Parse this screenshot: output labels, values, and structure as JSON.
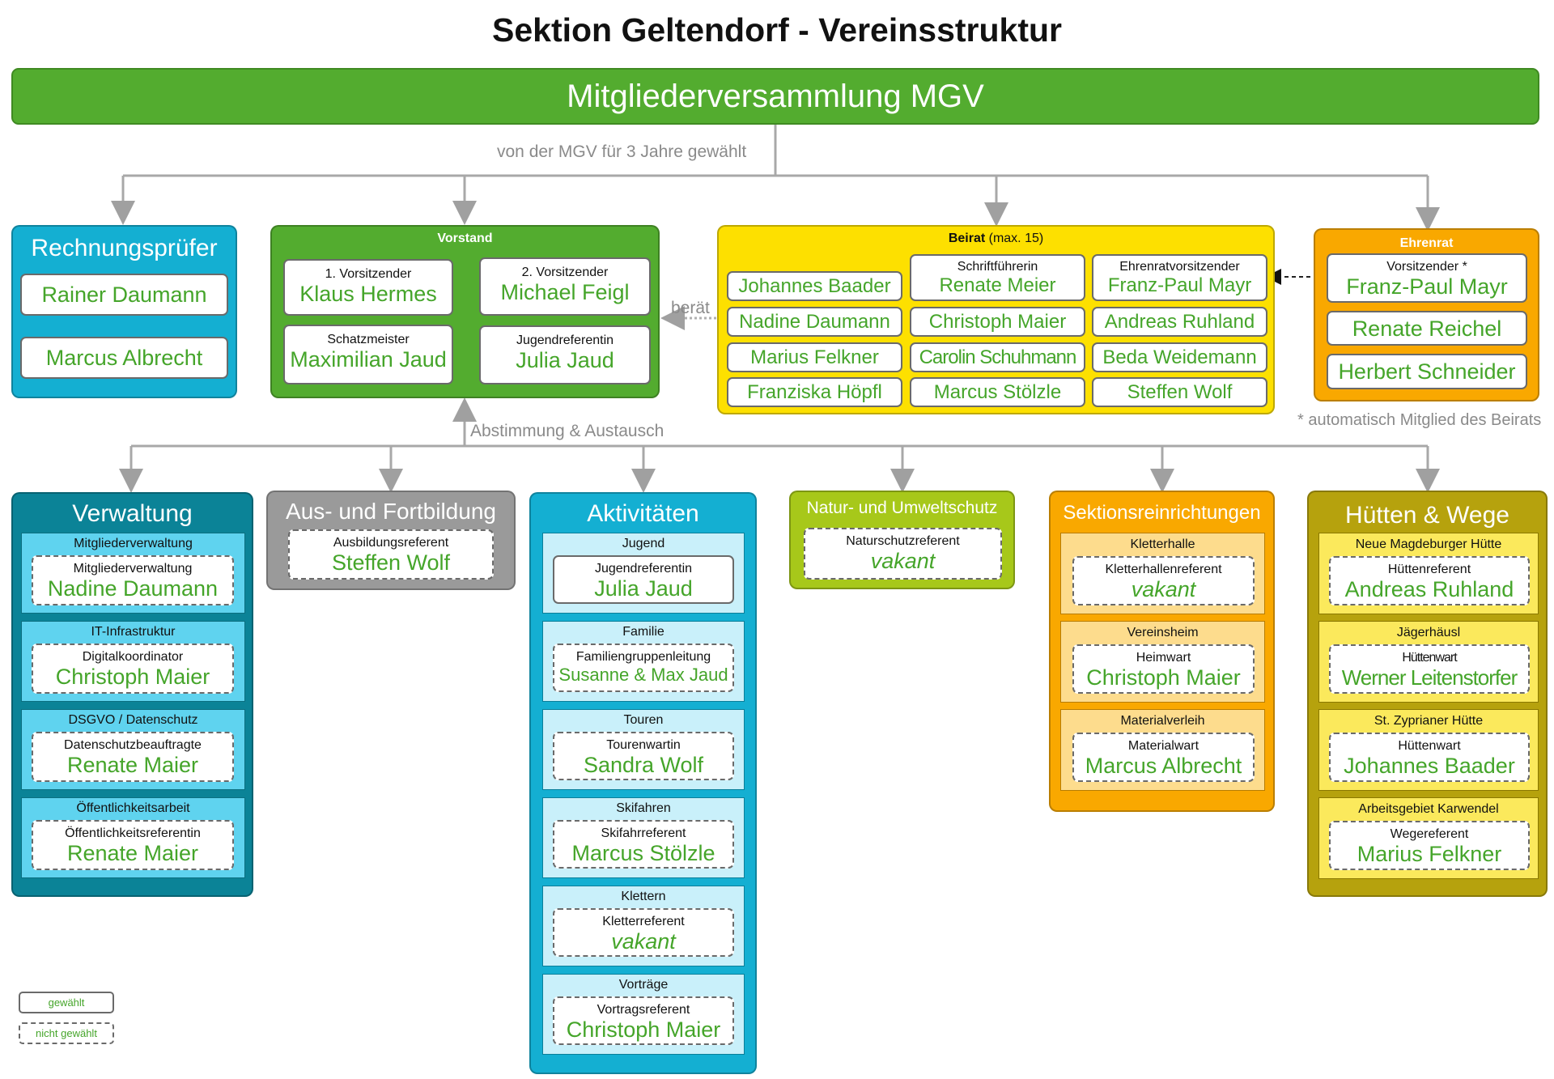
{
  "title": "Sektion Geltendorf  - Vereinsstruktur",
  "mgv": "Mitgliederversammlung MGV",
  "labels": {
    "gewaehlt_note": "von der MGV für 3 Jahre gewählt",
    "beraet": "berät",
    "abstimmung": "Abstimmung & Austausch",
    "ehrenrat_note": "* automatisch Mitglied des Beirats"
  },
  "rechnungspruefer": {
    "title": "Rechnungsprüfer",
    "members": [
      "Rainer Daumann",
      "Marcus Albrecht"
    ]
  },
  "vorstand": {
    "title": "Vorstand",
    "members": [
      {
        "role": "1. Vorsitzender",
        "name": "Klaus Hermes"
      },
      {
        "role": "2. Vorsitzender",
        "name": "Michael Feigl"
      },
      {
        "role": "Schatzmeister",
        "name": "Maximilian Jaud"
      },
      {
        "role": "Jugendreferentin",
        "name": "Julia Jaud"
      }
    ]
  },
  "beirat": {
    "title_bold": "Beirat",
    "title_rest": " (max. 15)",
    "col1": [
      "Johannes Baader",
      "Nadine Daumann",
      "Marius Felkner",
      "Franziska Höpfl"
    ],
    "col2_head": {
      "role": "Schriftführerin",
      "name": "Renate Meier"
    },
    "col2": [
      "Christoph Maier",
      "Carolin Schuhmann",
      "Marcus Stölzle"
    ],
    "col3_head": {
      "role": "Ehrenratvorsitzender",
      "name": "Franz-Paul Mayr"
    },
    "col3": [
      "Andreas Ruhland",
      "Beda Weidemann",
      "Steffen Wolf"
    ]
  },
  "ehrenrat": {
    "title": "Ehrenrat",
    "chair": {
      "role": "Vorsitzender *",
      "name": "Franz-Paul Mayr"
    },
    "members": [
      "Renate Reichel",
      "Herbert Schneider"
    ]
  },
  "verwaltung": {
    "title": "Verwaltung",
    "sections": [
      {
        "head": "Mitgliederverwaltung",
        "role": "Mitgliederverwaltung",
        "name": "Nadine Daumann"
      },
      {
        "head": "IT-Infrastruktur",
        "role": "Digitalkoordinator",
        "name": "Christoph Maier"
      },
      {
        "head": "DSGVO / Datenschutz",
        "role": "Datenschutzbeauftragte",
        "name": "Renate Maier"
      },
      {
        "head": "Öffentlichkeitsarbeit",
        "role": "Öffentlichkeitsreferentin",
        "name": "Renate Maier"
      }
    ]
  },
  "ausbildung": {
    "title": "Aus- und Fortbildung",
    "role": "Ausbildungsreferent",
    "name": "Steffen Wolf"
  },
  "aktivitaeten": {
    "title": "Aktivitäten",
    "sections": [
      {
        "head": "Jugend",
        "role": "Jugendreferentin",
        "name": "Julia Jaud",
        "solid": true
      },
      {
        "head": "Familie",
        "role": "Familiengruppenleitung",
        "name": "Susanne & Max Jaud",
        "solid": false
      },
      {
        "head": "Touren",
        "role": "Tourenwartin",
        "name": "Sandra Wolf",
        "solid": false
      },
      {
        "head": "Skifahren",
        "role": "Skifahrreferent",
        "name": "Marcus Stölzle",
        "solid": false
      },
      {
        "head": "Klettern",
        "role": "Kletterreferent",
        "name": "vakant",
        "solid": false
      },
      {
        "head": "Vorträge",
        "role": "Vortragsreferent",
        "name": "Christoph Maier",
        "solid": false
      }
    ]
  },
  "natur": {
    "title": "Natur- und Umweltschutz",
    "role": "Naturschutzreferent",
    "name": "vakant"
  },
  "einrichtungen": {
    "title": "Sektionsreinrichtungen",
    "sections": [
      {
        "head": "Kletterhalle",
        "role": "Kletterhallenreferent",
        "name": "vakant"
      },
      {
        "head": "Vereinsheim",
        "role": "Heimwart",
        "name": "Christoph Maier"
      },
      {
        "head": "Materialverleih",
        "role": "Materialwart",
        "name": "Marcus Albrecht"
      }
    ]
  },
  "huetten": {
    "title": "Hütten & Wege",
    "sections": [
      {
        "head": "Neue Magdeburger Hütte",
        "role": "Hüttenreferent",
        "name": "Andreas Ruhland"
      },
      {
        "head": "Jägerhäusl",
        "role": "Hüttenwart",
        "name": "Werner Leitenstorfer"
      },
      {
        "head": "St. Zyprianer Hütte",
        "role": "Hüttenwart",
        "name": "Johannes Baader"
      },
      {
        "head": "Arbeitsgebiet Karwendel",
        "role": "Wegereferent",
        "name": "Marius Felkner"
      }
    ]
  },
  "legend": {
    "solid": "gewählt",
    "dashed": "nicht gewählt"
  },
  "colors": {
    "green": "#53ac2f",
    "name_green": "#45a52a",
    "cyan": "#14afd2",
    "yellow": "#fde000",
    "orange": "#f9a800",
    "teal": "#0b8397",
    "gray": "#9a9a9a",
    "lime": "#a7c81a",
    "olive": "#b6a20d"
  }
}
